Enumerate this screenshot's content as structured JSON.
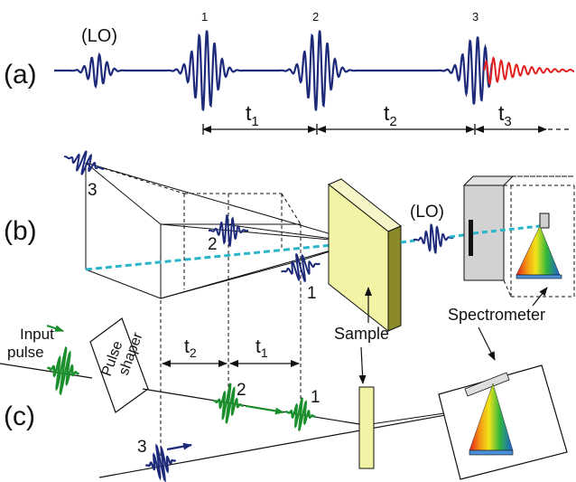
{
  "panels": {
    "a": "(a)",
    "b": "(b)",
    "c": "(c)"
  },
  "pulses": {
    "lo": "(LO)",
    "p1": "1",
    "p2": "2",
    "p3": "3"
  },
  "delays": {
    "t1": "t",
    "t2": "t",
    "t3": "t",
    "sub1": "1",
    "sub2": "2",
    "sub3": "3"
  },
  "labels": {
    "input_pulse_line1": "Input",
    "input_pulse_line2": "pulse",
    "pulse_shaper_line1": "Pulse",
    "pulse_shaper_line2": "shaper",
    "sample": "Sample",
    "spectrometer": "Spectrometer"
  },
  "colors": {
    "pulse_blue": "#1d2a7a",
    "signal_red": "#e02020",
    "pulse_green": "#1a8f2c",
    "sample_yellow": "#f3f3a6",
    "sample_side": "#8a8a2a",
    "beam_cyan": "#2bb5c8"
  }
}
